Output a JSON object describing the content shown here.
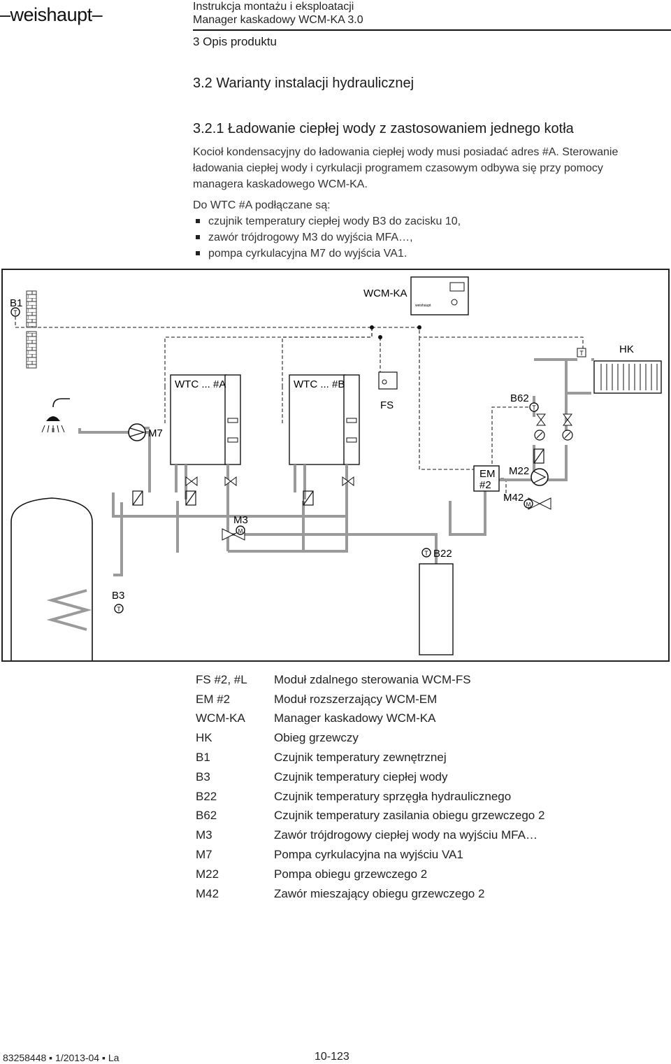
{
  "header": {
    "logo": "weishaupt",
    "doc_line1": "Instrukcja montażu i eksploatacji",
    "doc_line2": "Manager kaskadowy WCM-KA 3.0",
    "chapter": "3 Opis produktu"
  },
  "section": {
    "title": "3.2 Warianty instalacji hydraulicznej",
    "subtitle": "3.2.1 Ładowanie ciepłej wody z zastosowaniem jednego kotła"
  },
  "body": {
    "paragraph1": "Kocioł kondensacyjny do ładowania ciepłej wody musi posiadać adres #A. Sterowanie ładowania ciepłej wody i cyrkulacji programem czasowym odbywa się przy pomocy managera kaskadowego WCM-KA.",
    "paragraph2": "Do WTC #A podłączane są:",
    "bullets": [
      "czujnik temperatury ciepłej wody B3 do zacisku 10,",
      "zawór trójdrogowy M3 do wyjścia MFA…,",
      "pompa cyrkulacyjna M7 do wyjścia VA1."
    ]
  },
  "diagram": {
    "labels": {
      "b1": "B1",
      "wcm_ka": "WCM-KA",
      "hk": "HK",
      "wtc_a": "WTC ... #A",
      "wtc_b": "WTC ... #B",
      "fs": "FS",
      "b62": "B62",
      "m7": "M7",
      "em": "EM",
      "em_addr": "#2",
      "m22": "M22",
      "m42": "M42",
      "m3": "M3",
      "b22": "B22",
      "b3": "B3",
      "sensor_symbol": "T",
      "motor_symbol": "M",
      "brand_small": "weishaupt"
    }
  },
  "legend": [
    {
      "code": "FS #2, #L",
      "description": "Moduł zdalnego sterowania WCM-FS"
    },
    {
      "code": "EM #2",
      "description": "Moduł rozszerzający WCM-EM"
    },
    {
      "code": "WCM-KA",
      "description": "Manager kaskadowy WCM-KA"
    },
    {
      "code": "HK",
      "description": "Obieg grzewczy"
    },
    {
      "code": "B1",
      "description": "Czujnik temperatury zewnętrznej"
    },
    {
      "code": "B3",
      "description": "Czujnik temperatury ciepłej wody"
    },
    {
      "code": "B22",
      "description": "Czujnik temperatury sprzęgła hydraulicznego"
    },
    {
      "code": "B62",
      "description": "Czujnik temperatury zasilania obiegu grzewczego 2"
    },
    {
      "code": "M3",
      "description": "Zawór trójdrogowy ciepłej wody na wyjściu MFA…"
    },
    {
      "code": "M7",
      "description": "Pompa cyrkulacyjna na wyjściu VA1"
    },
    {
      "code": "M22",
      "description": "Pompa obiegu grzewczego 2"
    },
    {
      "code": "M42",
      "description": "Zawór mieszający obiegu grzewczego 2"
    }
  ],
  "footer": {
    "doc_number": "83258448 ▪ 1/2013-04 ▪ La",
    "page": "10-123"
  }
}
